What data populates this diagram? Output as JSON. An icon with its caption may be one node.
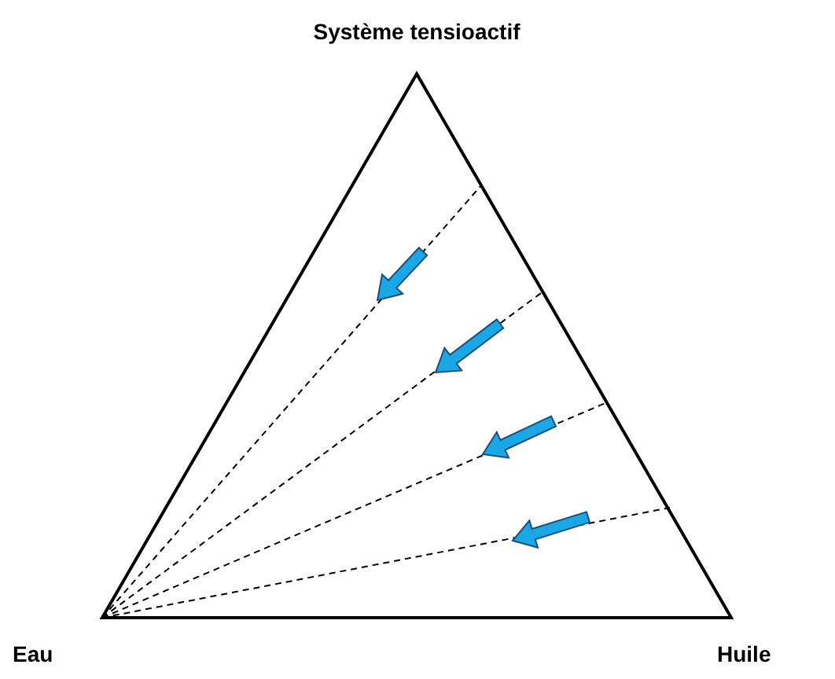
{
  "diagram": {
    "labels": [
      "Système tensioactif",
      "Eau",
      "Huile"
    ]
  }
}
